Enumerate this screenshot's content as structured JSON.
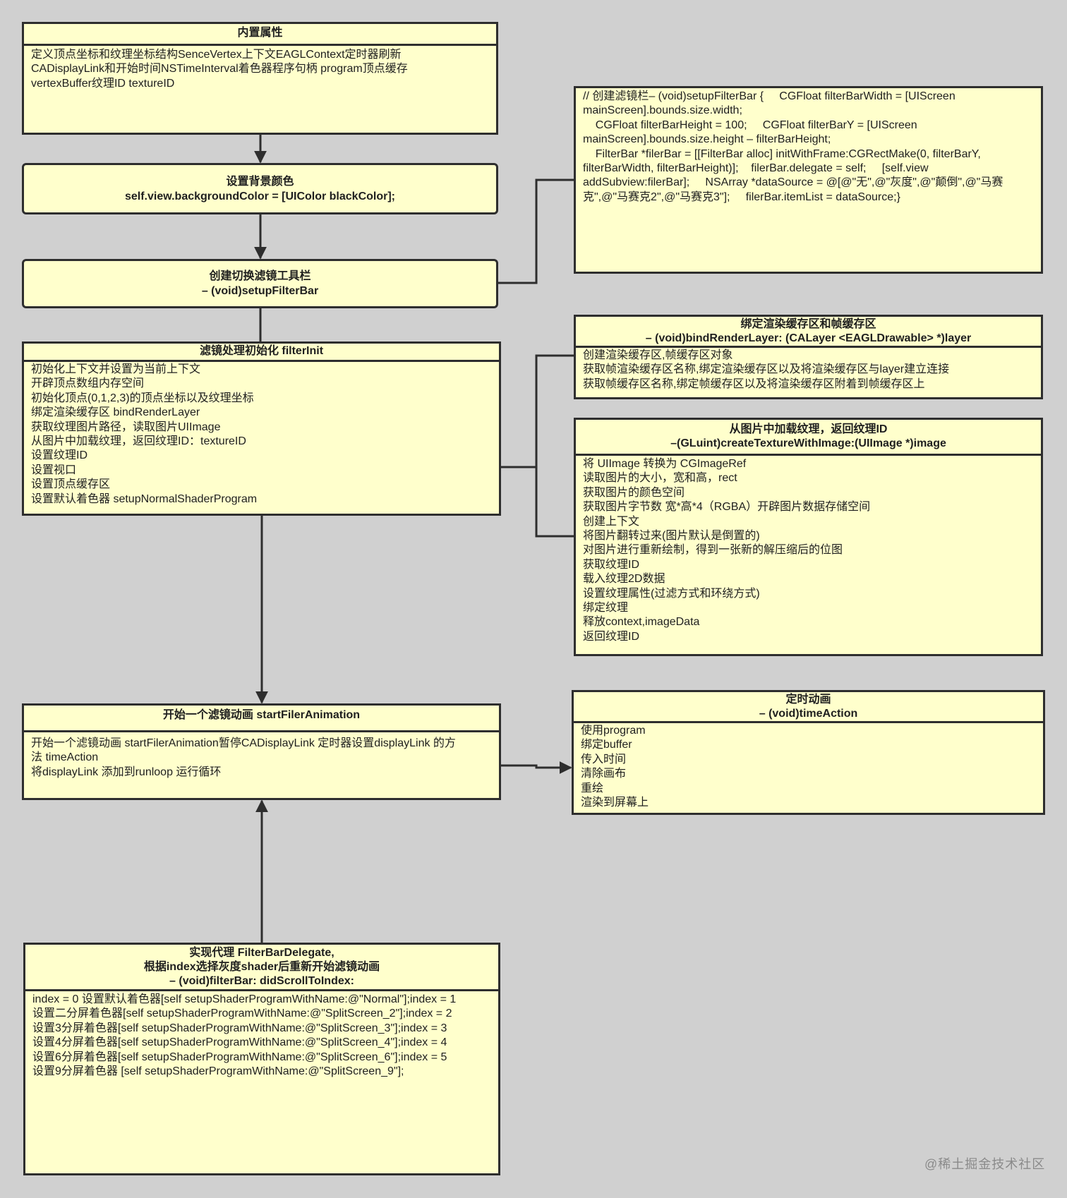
{
  "boxes": {
    "builtin_props": {
      "title": "内置属性",
      "lines": [
        "定义顶点坐标和纹理坐标结构SenceVertex上下文EAGLContext定时器刷新",
        "CADisplayLink和开始时间NSTimeInterval着色器程序句柄 program顶点缓存",
        "vertexBuffer纹理ID textureID"
      ]
    },
    "set_background": {
      "title": "设置背景颜色",
      "subtitle": "self.view.backgroundColor = [UIColor blackColor];"
    },
    "setup_filter_bar": {
      "title": "创建切换滤镜工具栏",
      "subtitle": "– (void)setupFilterBar"
    },
    "filter_bar_code": {
      "lines": [
        "// 创建滤镜栏– (void)setupFilterBar {     CGFloat filterBarWidth = [UIScreen",
        "mainScreen].bounds.size.width;",
        "    CGFloat filterBarHeight = 100;     CGFloat filterBarY = [UIScreen",
        "mainScreen].bounds.size.height – filterBarHeight;",
        "    FilterBar *filerBar = [[FilterBar alloc] initWithFrame:CGRectMake(0, filterBarY,",
        "filterBarWidth, filterBarHeight)];    filerBar.delegate = self;     [self.view",
        "addSubview:filerBar];     NSArray *dataSource = @[@\"无\",@\"灰度\",@\"颠倒\",@\"马赛",
        "克\",@\"马赛克2\",@\"马赛克3\"];     filerBar.itemList = dataSource;}"
      ]
    },
    "filter_init": {
      "title": "滤镜处理初始化 filterInit",
      "lines": [
        "初始化上下文并设置为当前上下文",
        "开辟顶点数组内存空间",
        "初始化顶点(0,1,2,3)的顶点坐标以及纹理坐标",
        "绑定渲染缓存区 bindRenderLayer",
        "获取纹理图片路径，读取图片UIImage",
        "从图片中加载纹理，返回纹理ID：textureID",
        "设置纹理ID",
        "设置视口",
        "设置顶点缓存区",
        "设置默认着色器 setupNormalShaderProgram"
      ]
    },
    "bind_render_layer": {
      "title": "绑定渲染缓存区和帧缓存区",
      "subtitle": "– (void)bindRenderLayer: (CALayer <EAGLDrawable> *)layer",
      "lines": [
        "创建渲染缓存区,帧缓存区对象",
        "获取帧渲染缓存区名称,绑定渲染缓存区以及将渲染缓存区与layer建立连接",
        "获取帧缓存区名称,绑定帧缓存区以及将渲染缓存区附着到帧缓存区上"
      ]
    },
    "create_texture": {
      "title": "从图片中加载纹理，返回纹理ID",
      "subtitle": "–(GLuint)createTextureWithImage:(UIImage *)image",
      "lines": [
        "将 UIImage 转换为 CGImageRef",
        "读取图片的大小，宽和高，rect",
        "获取图片的颜色空间",
        "获取图片字节数 宽*高*4（RGBA）开辟图片数据存储空间",
        "创建上下文",
        "将图片翻转过来(图片默认是倒置的)",
        "对图片进行重新绘制，得到一张新的解压缩后的位图",
        "获取纹理ID",
        "载入纹理2D数据",
        "设置纹理属性(过滤方式和环绕方式)",
        "绑定纹理",
        "释放context,imageData",
        "返回纹理ID"
      ]
    },
    "start_animation": {
      "title": "开始一个滤镜动画 startFilerAnimation",
      "lines": [
        "开始一个滤镜动画 startFilerAnimation暂停CADisplayLink 定时器设置displayLink 的方",
        "法 timeAction",
        "将displayLink 添加到runloop 运行循环"
      ]
    },
    "time_action": {
      "title": "定时动画",
      "subtitle": "– (void)timeAction",
      "lines": [
        "使用program",
        "绑定buffer",
        "传入时间",
        "清除画布",
        "重绘",
        "渲染到屏幕上"
      ]
    },
    "delegate": {
      "title": "实现代理 FilterBarDelegate,",
      "subtitle": "根据index选择灰度shader后重新开始滤镜动画",
      "subtitle2": "– (void)filterBar: didScrollToIndex:",
      "lines": [
        "index = 0 设置默认着色器[self setupShaderProgramWithName:@\"Normal\"];index = 1",
        "设置二分屏着色器[self setupShaderProgramWithName:@\"SplitScreen_2\"];index = 2",
        "设置3分屏着色器[self setupShaderProgramWithName:@\"SplitScreen_3\"];index = 3",
        "设置4分屏着色器[self setupShaderProgramWithName:@\"SplitScreen_4\"];index = 4",
        "设置6分屏着色器[self setupShaderProgramWithName:@\"SplitScreen_6\"];index = 5",
        "设置9分屏着色器 [self setupShaderProgramWithName:@\"SplitScreen_9\"];"
      ]
    }
  },
  "watermark": "@稀土掘金技术社区",
  "colors": {
    "background": "#d0d0d0",
    "box_fill": "#ffffcc",
    "stroke": "#2e2e2e"
  }
}
